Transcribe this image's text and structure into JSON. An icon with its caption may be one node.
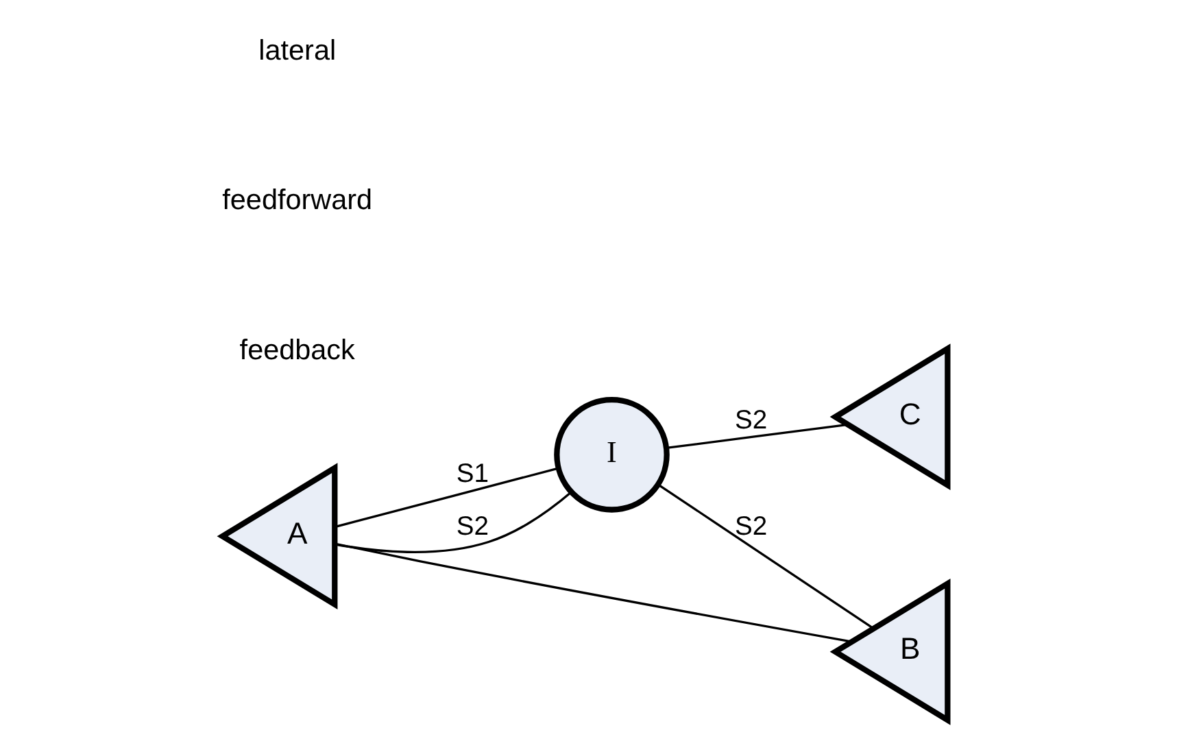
{
  "diagram": {
    "nodes": [
      {
        "text": [
          "A"
        ]
      },
      {
        "text": [
          "I"
        ]
      },
      {
        "text": [
          "B"
        ]
      },
      {
        "text": [
          "C"
        ]
      }
    ],
    "edges": [
      {
        "from": 0,
        "to": 2,
        "arrow": "none"
      },
      {
        "from": 0,
        "to": 1,
        "label": "S1",
        "arrow": "none"
      },
      {
        "from": 1,
        "to": 2,
        "label": "S2",
        "arrow": "none"
      },
      {
        "from": 1,
        "to": 0,
        "label": "S2",
        "arrow": "none"
      },
      {
        "from": 1,
        "to": 3,
        "label": "S2",
        "arrow": "none"
      }
    ],
    "labels": [
      "feedback",
      "feedforward",
      "lateral"
    ]
  }
}
